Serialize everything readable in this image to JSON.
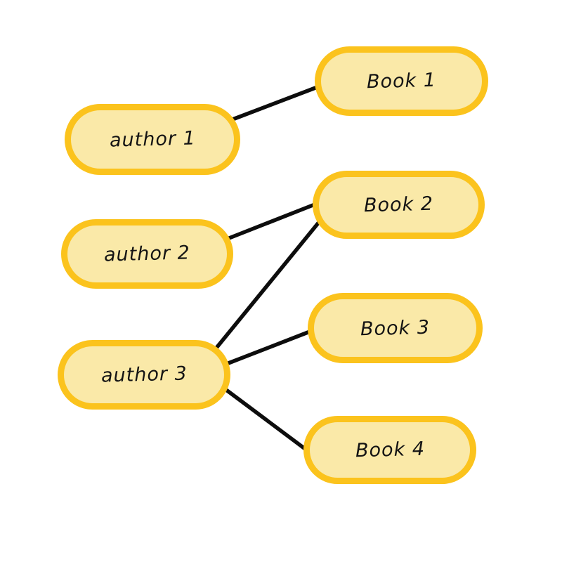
{
  "diagram": {
    "type": "entity-relationship-sketch",
    "background_color": "#ffffff",
    "node_fill_color": "#fae9a8",
    "node_border_color": "#fbc31d",
    "edge_color": "#0d0d0d",
    "nodes": [
      {
        "id": "author1",
        "label": "author 1"
      },
      {
        "id": "author2",
        "label": "author 2"
      },
      {
        "id": "author3",
        "label": "author 3"
      },
      {
        "id": "book1",
        "label": "Book 1"
      },
      {
        "id": "book2",
        "label": "Book 2"
      },
      {
        "id": "book3",
        "label": "Book 3"
      },
      {
        "id": "book4",
        "label": "Book 4"
      }
    ],
    "edges": [
      {
        "from": "author1",
        "to": "book1"
      },
      {
        "from": "author2",
        "to": "book2"
      },
      {
        "from": "author3",
        "to": "book2"
      },
      {
        "from": "author3",
        "to": "book3"
      },
      {
        "from": "author3",
        "to": "book4"
      }
    ]
  }
}
